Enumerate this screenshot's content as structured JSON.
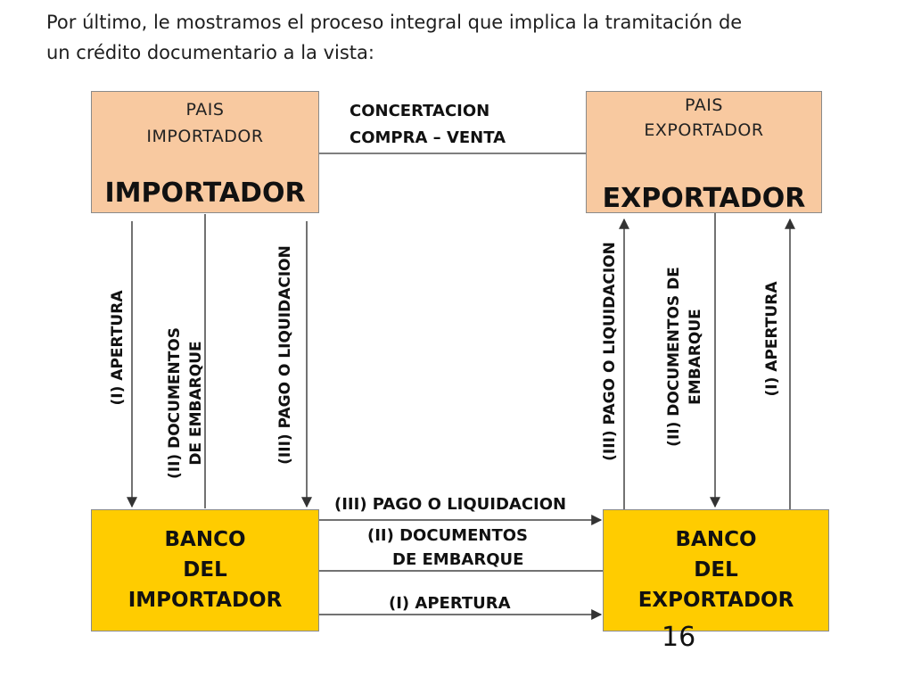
{
  "intro": {
    "line1": "Por último, le mostramos el proceso integral que implica la tramitación de",
    "line2": "un crédito documentario a la vista:"
  },
  "importer_box": {
    "country_line1": "PAIS",
    "country_line2": "IMPORTADOR",
    "party": "IMPORTADOR",
    "color": "#f8c9a0"
  },
  "exporter_box": {
    "country_line1": "PAIS",
    "country_line2": "EXPORTADOR",
    "party": "EXPORTADOR",
    "color": "#f8c9a0"
  },
  "importer_bank": {
    "line1": "BANCO",
    "line2": "DEL",
    "line3": "IMPORTADOR",
    "color": "#ffcc00"
  },
  "exporter_bank": {
    "line1": "BANCO",
    "line2": "DEL",
    "line3": "EXPORTADOR",
    "color": "#ffcc00"
  },
  "concertacion": {
    "line1": "CONCERTACION",
    "line2": "COMPRA – VENTA"
  },
  "left_flows": {
    "apertura": "(I) APERTURA",
    "documentos_line1": "(II) DOCUMENTOS",
    "documentos_line2": "DE EMBARQUE",
    "pago": "(III) PAGO O LIQUIDACION"
  },
  "right_flows": {
    "pago": "(III) PAGO O LIQUIDACION",
    "documentos_line1": "(II) DOCUMENTOS  DE",
    "documentos_line2": "EMBARQUE",
    "apertura": "(I) APERTURA"
  },
  "bank_flows": {
    "pago": "(III) PAGO O LIQUIDACION",
    "documentos_line1": "(II) DOCUMENTOS",
    "documentos_line2": "DE EMBARQUE",
    "apertura": "(I) APERTURA"
  },
  "page_number": "16"
}
